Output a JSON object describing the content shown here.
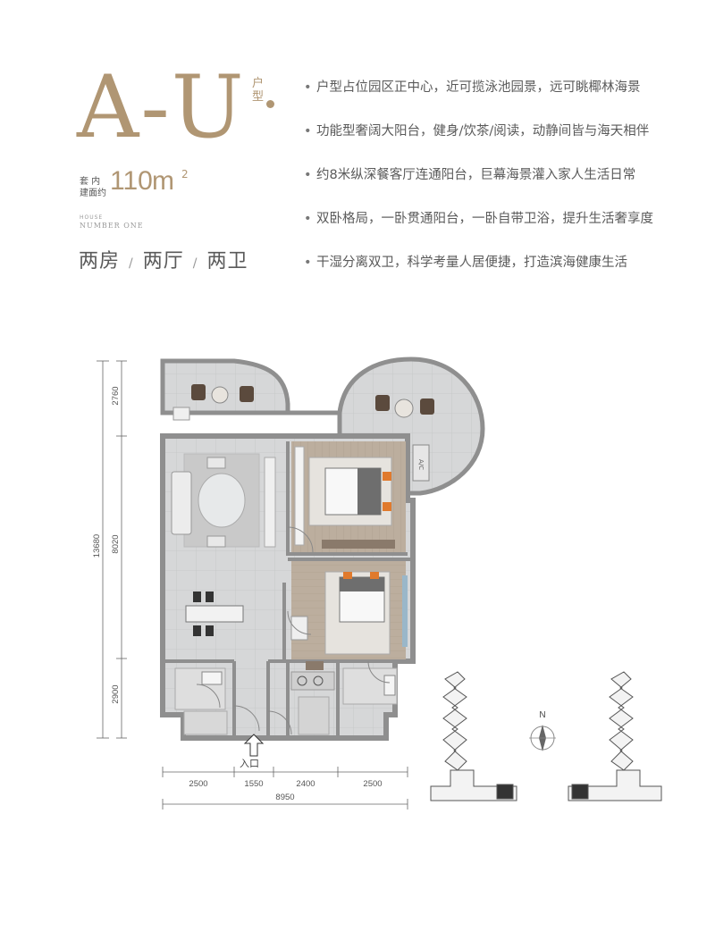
{
  "header": {
    "type_code": "A-U",
    "type_tag": "户型",
    "area_label_line1": "套 内",
    "area_label_line2": "建面约",
    "area_value": "110",
    "area_unit": "m",
    "area_unit_sup": "2",
    "house_small": "HOUSE",
    "house_big": "NUMBER ONE",
    "rooms": [
      "两房",
      "两厅",
      "两卫"
    ],
    "rooms_separator": "/"
  },
  "features": [
    "户型占位园区正中心，近可揽泳池园景，远可眺椰林海景",
    "功能型奢阔大阳台，健身/饮茶/阅读，动静间皆与海天相伴",
    "约8米纵深餐客厅连通阳台，巨幕海景灌入家人生活日常",
    "双卧格局，一卧贯通阳台，一卧自带卫浴，提升生活奢享度",
    "干湿分离双卫，科学考量人居便捷，打造滨海健康生活"
  ],
  "floorplan": {
    "entrance_label": "入口",
    "vertical_dims": {
      "total": "13680",
      "segments": [
        "2760",
        "8020",
        "2900"
      ]
    },
    "horizontal_dims": {
      "total": "8950",
      "segments": [
        "2500",
        "1550",
        "2400",
        "2500"
      ]
    },
    "ac_label": "A/C"
  },
  "site_plan": {
    "north_label": "N"
  },
  "colors": {
    "accent": "#b09673",
    "text": "#5a5a5a",
    "wall": "#9a9a9a",
    "floor_tile": "#d4d5d6",
    "wood_floor": "#b7a796"
  }
}
